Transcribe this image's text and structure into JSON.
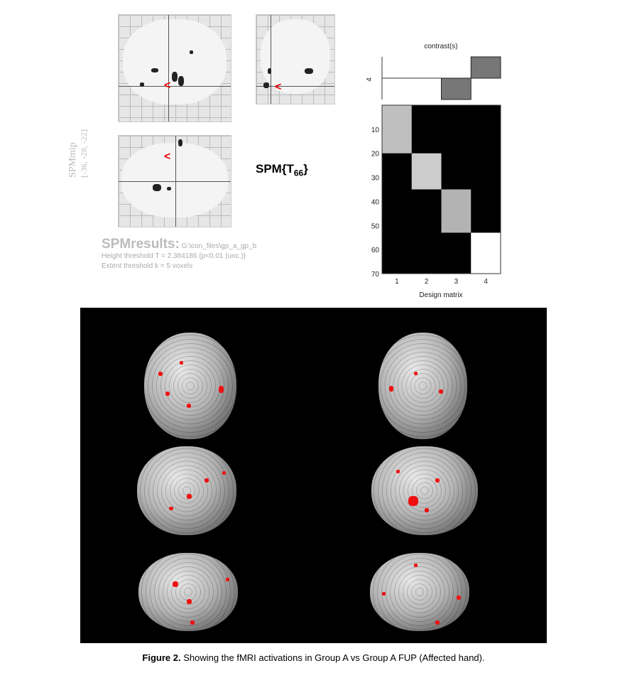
{
  "spm_mip": {
    "label": "SPMmip",
    "coords": "[-36, -28, -22]"
  },
  "stat_label": {
    "main": "SPM{T",
    "sub": "66",
    "close": "}"
  },
  "results": {
    "title": "SPMresults:",
    "path": "G:\\con_files\\gp_a_gp_b",
    "height_threshold": "Height threshold  T = 2.384186  {p<0.01  (unc.)}",
    "extent_threshold": "Extent threshold  k = 5 voxels"
  },
  "chart_data": {
    "type": "heatmap",
    "contrast": {
      "title": "contrast(s)",
      "ylabel": "4",
      "values": [
        0,
        0,
        -1,
        1
      ]
    },
    "design_matrix": {
      "xlabel": "Design matrix",
      "x_ticks": [
        "1",
        "2",
        "3",
        "4"
      ],
      "y_ticks": [
        "10",
        "20",
        "30",
        "40",
        "50",
        "60",
        "70"
      ],
      "rows": 70,
      "column_blocks": [
        {
          "column": 1,
          "rows": [
            1,
            20
          ],
          "value": 0.75
        },
        {
          "column": 2,
          "rows": [
            21,
            35
          ],
          "value": 0.8
        },
        {
          "column": 3,
          "rows": [
            36,
            53
          ],
          "value": 0.7
        },
        {
          "column": 4,
          "rows": [
            54,
            70
          ],
          "value": 1.0
        }
      ]
    }
  },
  "colors": {
    "activation": "#f01010",
    "contrast_bar": "#777777"
  },
  "caption": {
    "label": "Figure 2.",
    "text": " Showing the fMRI activations in Group A vs Group A FUP (Affected hand)."
  }
}
